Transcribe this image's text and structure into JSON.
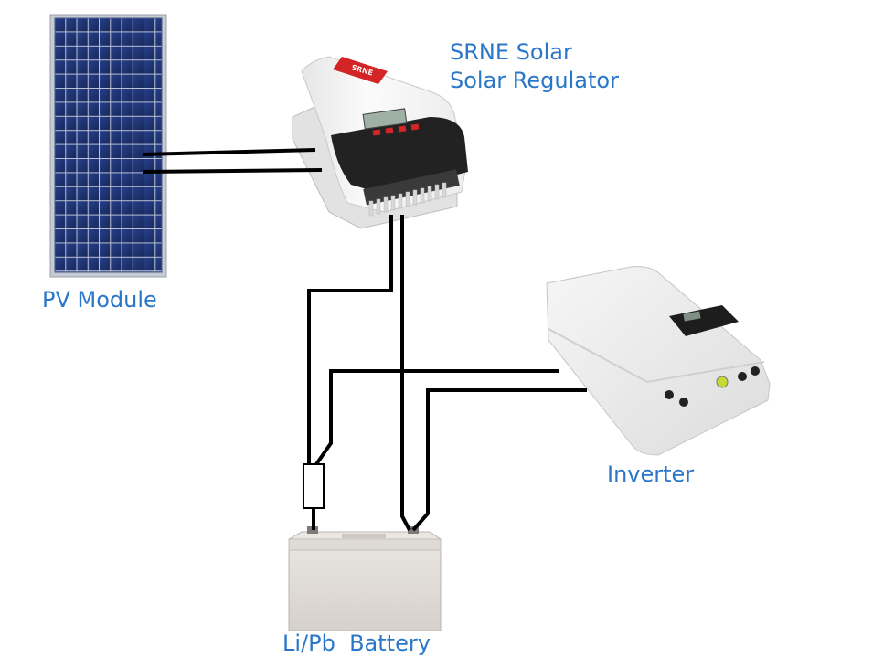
{
  "labels": {
    "controller_line1": "SRNE Solar",
    "controller_line2": "Solar Regulator",
    "pv_module": "PV Module",
    "inverter": "Inverter",
    "battery": "Li/Pb  Battery"
  },
  "controller_brand": "SRNE",
  "colors": {
    "label_text": "#2a77c9",
    "wire": "#000000",
    "panel_cell": "#1c2f6e",
    "panel_frame": "#c7cbd3",
    "controller_body": "#f4f4f4",
    "controller_face": "#222222",
    "controller_accent": "#d32525",
    "inverter_body": "#eeeeee",
    "battery_body": "#e4e0dc"
  }
}
